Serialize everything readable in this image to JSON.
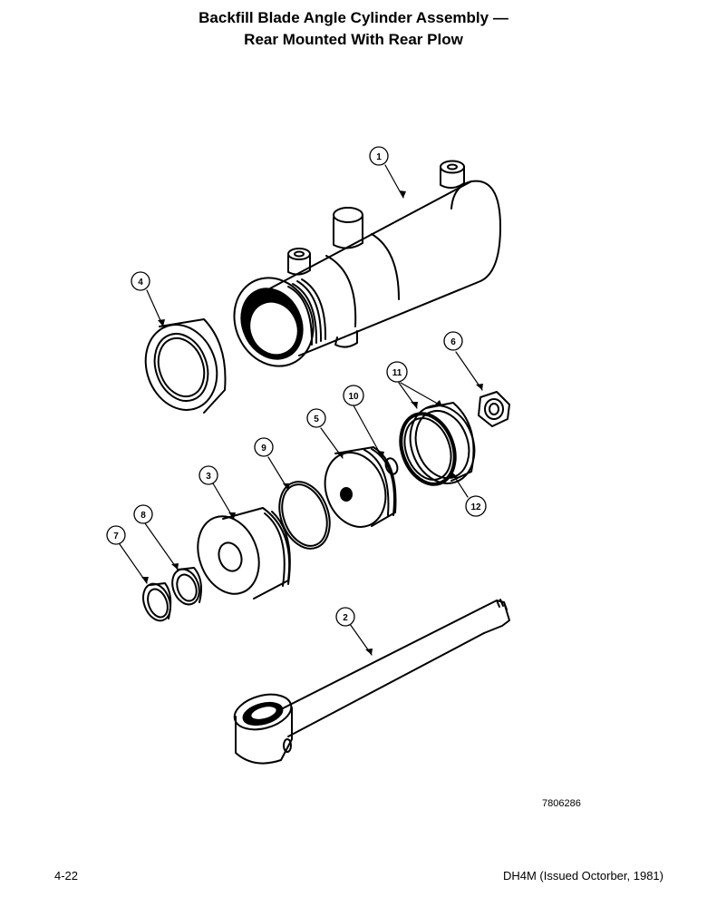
{
  "header": {
    "title_line1": "Backfill Blade Angle Cylinder Assembly —",
    "title_line2": "Rear Mounted With Rear Plow"
  },
  "callouts": {
    "c1": "1",
    "c2": "2",
    "c3": "3",
    "c4": "4",
    "c5": "5",
    "c6": "6",
    "c7": "7",
    "c8": "8",
    "c9": "9",
    "c10": "10",
    "c11": "11",
    "c12": "12"
  },
  "figure_code": "7806286",
  "footer": {
    "page": "4-22",
    "doc": "DH4M (Issued Octorber, 1981)"
  }
}
